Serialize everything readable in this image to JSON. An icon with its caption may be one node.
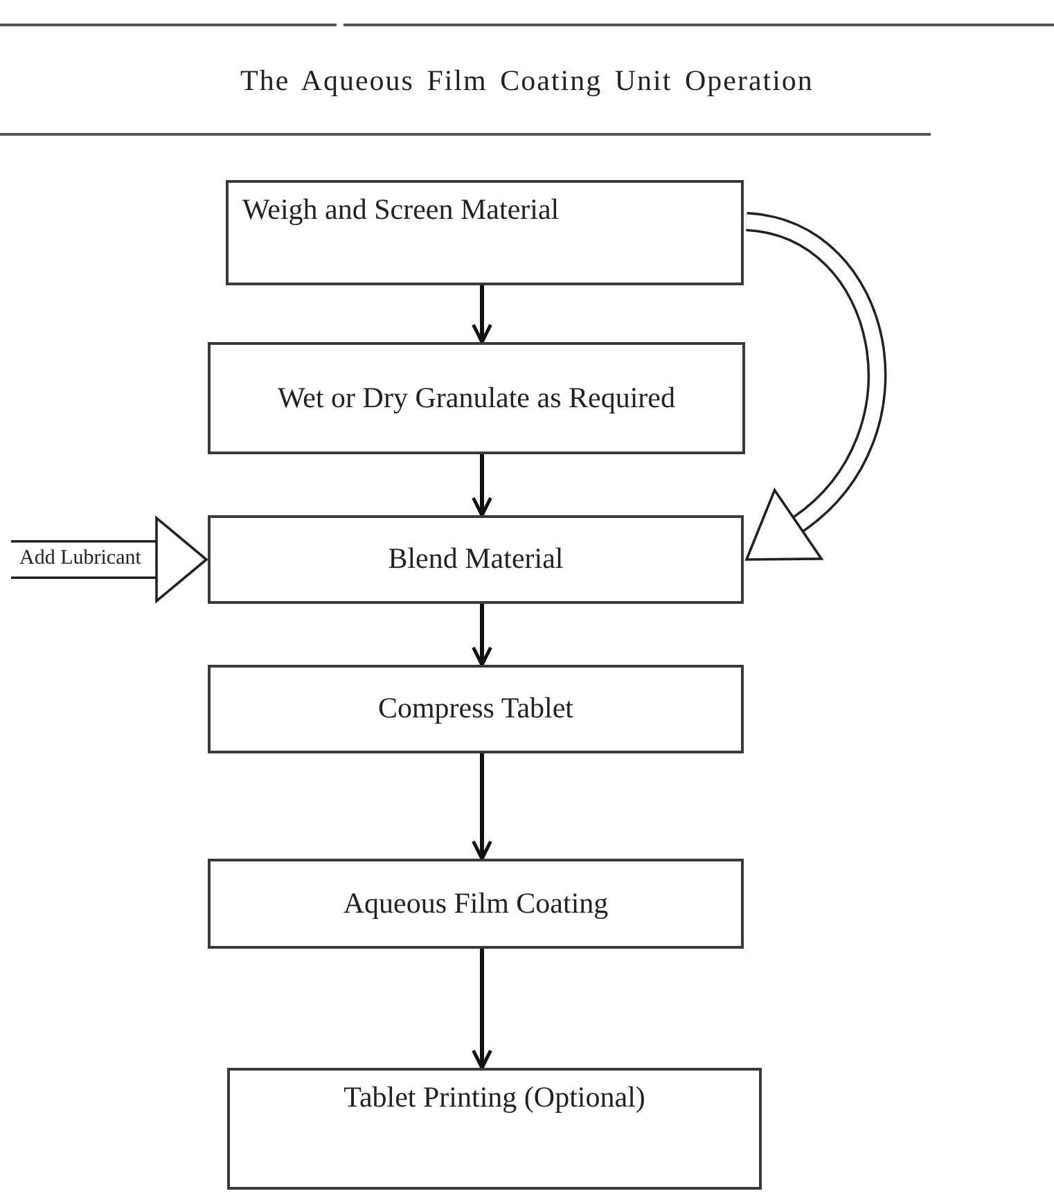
{
  "diagram": {
    "title": "The Aqueous Film Coating Unit Operation",
    "nodes": [
      {
        "text": [
          "Weigh and Screen Material"
        ]
      },
      {
        "text": [
          "Wet or Dry Granulate as Required"
        ]
      },
      {
        "text": [
          "Blend Material"
        ]
      },
      {
        "text": [
          "Compress Tablet"
        ]
      },
      {
        "text": [
          "Aqueous Film Coating"
        ]
      },
      {
        "text": [
          "Tablet Printing (Optional)"
        ]
      }
    ],
    "edges": [
      {
        "from": 0,
        "to": 1,
        "arrow": "to"
      },
      {
        "from": 1,
        "to": 2,
        "arrow": "to"
      },
      {
        "from": 2,
        "to": 3,
        "arrow": "to"
      },
      {
        "from": 3,
        "to": 4,
        "arrow": "to"
      },
      {
        "from": 4,
        "to": 5,
        "arrow": "to"
      },
      {
        "from": null,
        "to": 2,
        "arrow": "to",
        "label": "Add Lubricant",
        "style": "thick"
      },
      {
        "from": 0,
        "to": 2,
        "arrow": "to",
        "style": "thick"
      }
    ]
  }
}
